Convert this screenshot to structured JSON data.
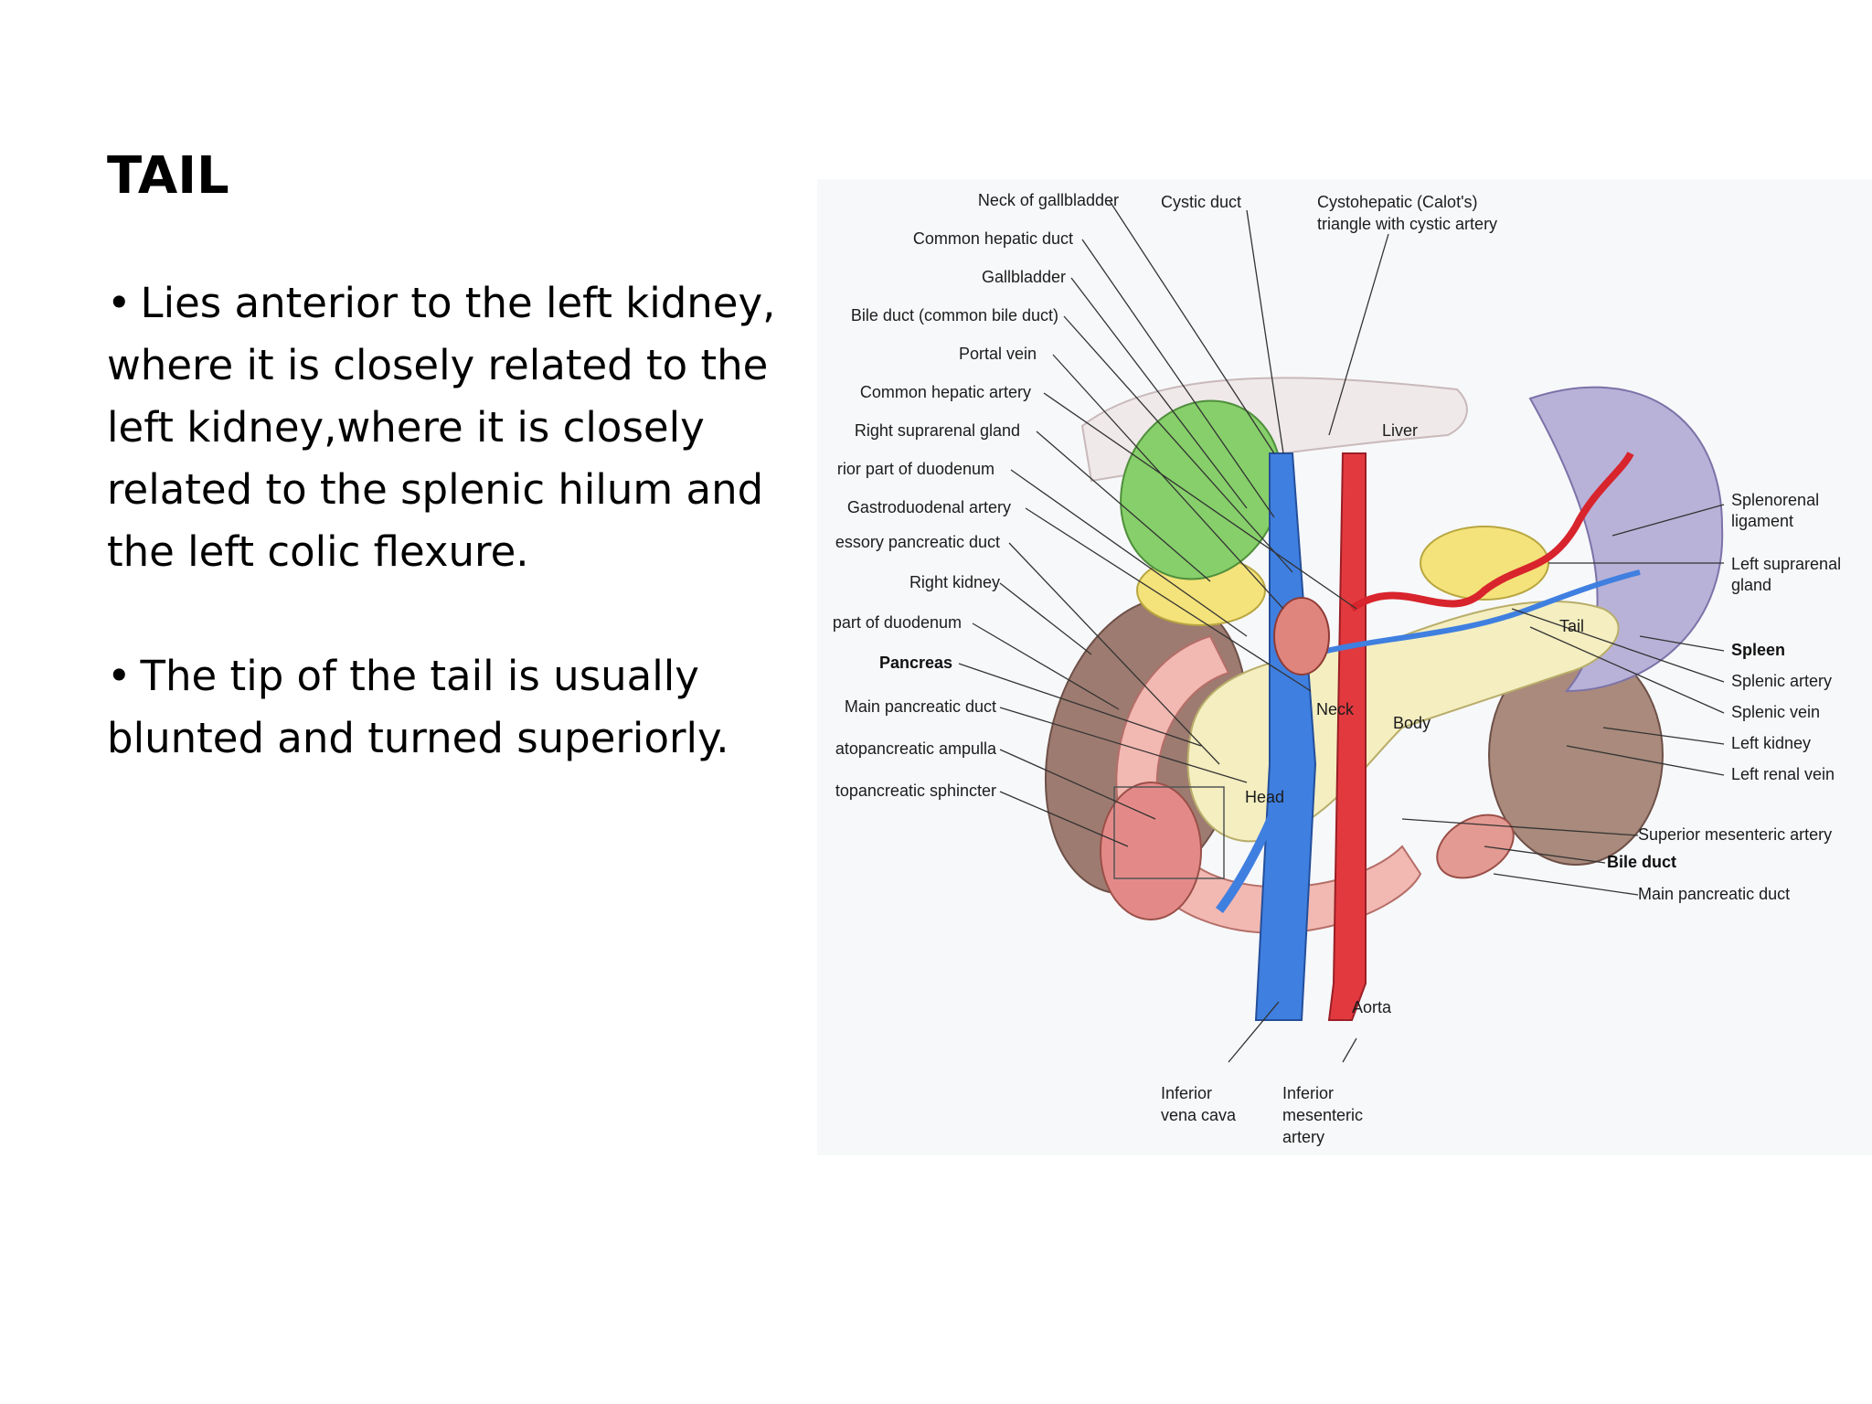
{
  "slide": {
    "title": "TAIL",
    "bullets": [
      "Lies anterior to the left kidney, where it is closely related to the left kidney,where it is closely related to the splenic hilum and the left colic flexure.",
      "The tip of the tail is usually blunted and turned superiorly."
    ],
    "bullet_glyph": "•"
  },
  "figure": {
    "labels_left": [
      "Neck of gallbladder",
      "Common hepatic duct",
      "Gallbladder",
      "Bile duct (common bile duct)",
      "Portal vein",
      "Common hepatic artery",
      "Right suprarenal gland",
      "rior part of duodenum",
      "Gastroduodenal artery",
      "essory pancreatic duct",
      "Right kidney",
      "part of duodenum",
      "Pancreas",
      "Main pancreatic duct",
      "atopancreatic ampulla",
      "topancreatic sphincter"
    ],
    "labels_top": [
      "Cystic duct",
      "Cystohepatic (Calot's)",
      "triangle with cystic artery"
    ],
    "labels_right": [
      "Splenorenal",
      "ligament",
      "Left suprarenal",
      "gland",
      "Spleen",
      "Splenic artery",
      "Splenic vein",
      "Left kidney",
      "Left renal vein",
      "Superior mesenteric artery",
      "Bile duct",
      "Main pancreatic duct"
    ],
    "labels_inner": [
      "Liver",
      "Tail",
      "Neck",
      "Body",
      "Head",
      "Aorta"
    ],
    "labels_bottom": [
      "Inferior",
      "vena cava",
      "Inferior",
      "mesenteric",
      "artery"
    ]
  }
}
